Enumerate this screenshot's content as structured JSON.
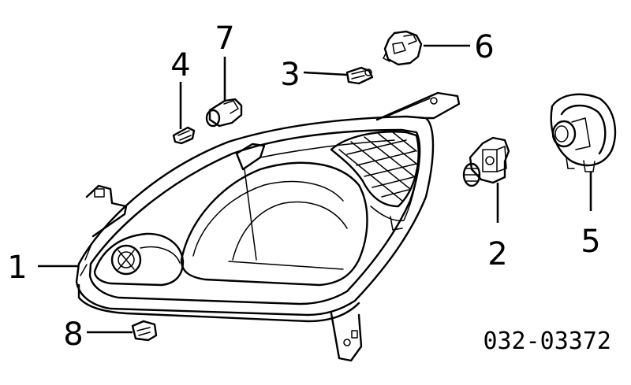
{
  "diagram": {
    "part_number": "032-03372",
    "callouts": [
      {
        "id": "1",
        "label": "1"
      },
      {
        "id": "2",
        "label": "2"
      },
      {
        "id": "3",
        "label": "3"
      },
      {
        "id": "4",
        "label": "4"
      },
      {
        "id": "5",
        "label": "5"
      },
      {
        "id": "6",
        "label": "6"
      },
      {
        "id": "7",
        "label": "7"
      },
      {
        "id": "8",
        "label": "8"
      }
    ]
  }
}
